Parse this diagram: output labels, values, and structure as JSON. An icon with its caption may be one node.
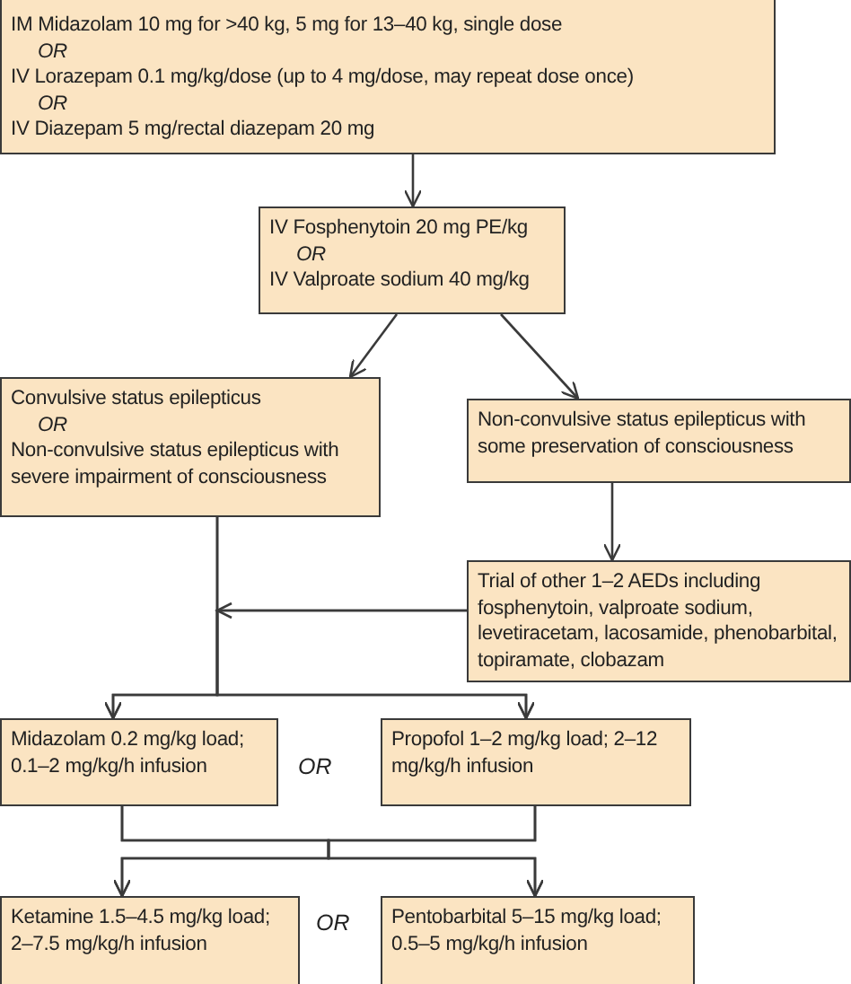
{
  "diagram": {
    "nodes": [
      {
        "text": [
          "IM Midazolam 10 mg for >40 kg, 5 mg for 13–40 kg, single dose",
          "OR",
          "IV Lorazepam 0.1 mg/kg/dose (up to 4 mg/dose, may repeat dose once)",
          "OR",
          "IV Diazepam 5 mg/rectal diazepam 20 mg"
        ]
      },
      {
        "text": [
          "IV Fosphenytoin 20 mg PE/kg",
          "OR",
          "IV Valproate sodium 40 mg/kg"
        ]
      },
      {
        "text": [
          "Convulsive status epilepticus",
          "OR",
          "Non-convulsive status epilepticus with severe impairment of consciousness"
        ]
      },
      {
        "text": [
          "Non-convulsive status epilepticus with some preservation of consciousness"
        ]
      },
      {
        "text": [
          "Trial of other 1–2 AEDs including fosphenytoin, valproate sodium, levetiracetam, lacosamide, phenobarbital, topiramate, clobazam"
        ]
      },
      {
        "text": [
          "Midazolam 0.2 mg/kg load; 0.1–2 mg/kg/h infusion"
        ]
      },
      {
        "text": [
          "Propofol 1–2 mg/kg load; 2–12 mg/kg/h infusion"
        ]
      },
      {
        "text": [
          "Ketamine 1.5–4.5 mg/kg load; 2–7.5 mg/kg/h infusion"
        ]
      },
      {
        "text": [
          "Pentobarbital 5–15 mg/kg load; 0.5–5 mg/kg/h infusion"
        ]
      }
    ],
    "edges": [
      {
        "from": 0,
        "to": 1,
        "arrow": "to"
      },
      {
        "from": 1,
        "to": 2,
        "arrow": "to"
      },
      {
        "from": 1,
        "to": 3,
        "arrow": "to"
      },
      {
        "from": 3,
        "to": 4,
        "arrow": "to"
      },
      {
        "from": 2,
        "to": 5,
        "arrow": "to"
      },
      {
        "from": 2,
        "to": 6,
        "arrow": "to"
      },
      {
        "from": 4,
        "to": 5,
        "arrow": "to"
      },
      {
        "from": 4,
        "to": 6,
        "arrow": "to"
      },
      {
        "from": 5,
        "to": 7,
        "arrow": "to"
      },
      {
        "from": 5,
        "to": 8,
        "arrow": "to"
      },
      {
        "from": 6,
        "to": 7,
        "arrow": "to"
      },
      {
        "from": 6,
        "to": 8,
        "arrow": "to"
      }
    ],
    "labels": [
      "OR",
      "OR"
    ]
  }
}
